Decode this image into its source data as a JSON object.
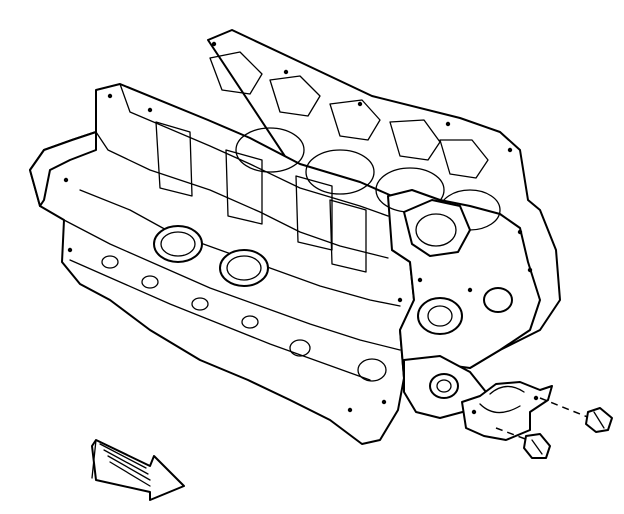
{
  "diagram": {
    "line_color": "#000000",
    "background": "#ffffff",
    "parts": [
      {
        "name": "engine-block",
        "icon": "engine-block-icon"
      },
      {
        "name": "cylinder-bore-left",
        "icon": "cylinder-bore-icon"
      },
      {
        "name": "cylinder-bore-right",
        "icon": "cylinder-bore-icon"
      },
      {
        "name": "crankshaft-bearing-cap",
        "icon": "bearing-cap-icon"
      },
      {
        "name": "rear-oil-seal-housing",
        "icon": "seal-housing-icon"
      },
      {
        "name": "bolt-upper",
        "icon": "bolt-icon"
      },
      {
        "name": "bolt-lower",
        "icon": "bolt-icon"
      }
    ],
    "view_direction": {
      "icon": "arrow-icon",
      "direction": "down-right"
    }
  }
}
